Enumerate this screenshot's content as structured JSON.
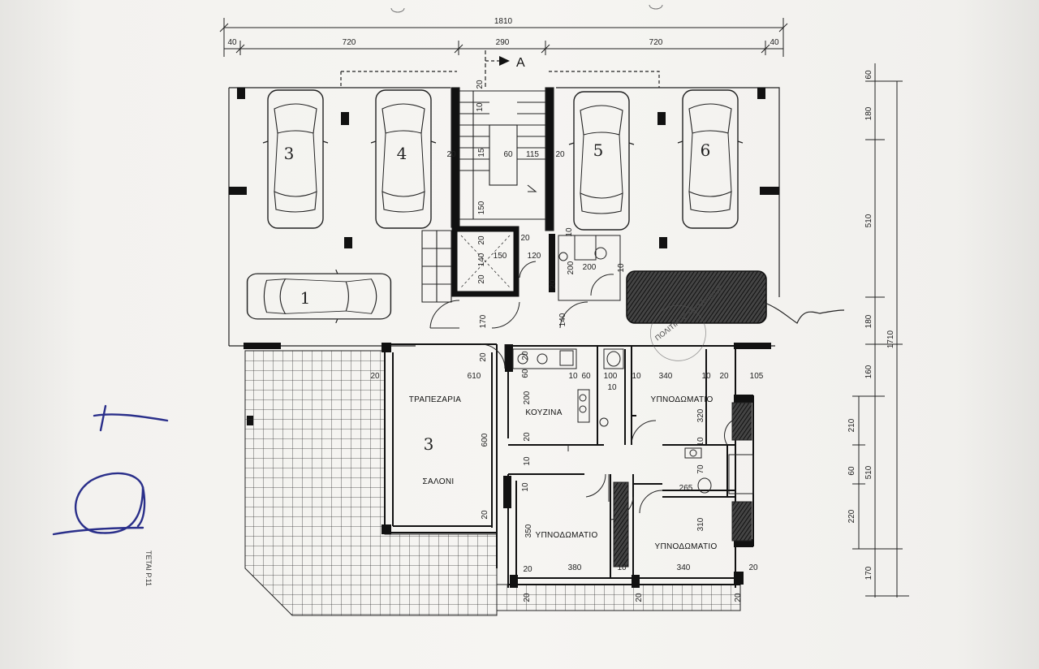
{
  "dimensions": {
    "total_width": "1810",
    "top": [
      "40",
      "720",
      "290",
      "720",
      "40"
    ],
    "total_height": "1710",
    "right_outer": [
      "60",
      "180",
      "510",
      "180",
      "160",
      "510",
      "170"
    ],
    "right_inner": [
      "210",
      "60",
      "220"
    ],
    "interior": {
      "stair_20a": "20",
      "stair_10a": "10",
      "stair_20b": "20",
      "stair_15": "15",
      "stair_60": "60",
      "stair_115": "115",
      "stair_20c": "20",
      "stair_150": "150",
      "lift_20a": "20",
      "lift_20b": "20",
      "lift_140": "140",
      "lift_150": "150",
      "lift_20c": "20",
      "lift_120": "120",
      "lift_20d": "20",
      "wc_10": "10",
      "wc_200v": "200",
      "wc_200h": "200",
      "wc_10b": "10",
      "hall_170": "170",
      "hall_20": "20",
      "hall_140": "140",
      "dining_20": "20",
      "dining_610": "610",
      "dining_600": "600",
      "dining_20b": "20",
      "kit_20": "20",
      "kit_60": "60",
      "kit_200": "200",
      "kit_10a": "10",
      "kit_60b": "60",
      "kit_100": "100",
      "kit_10b": "10",
      "kit_10c": "10",
      "kit_20b": "20",
      "kit_10d": "10",
      "bed1_340": "340",
      "bed1_10": "10",
      "bed1_20": "20",
      "bed1_105": "105",
      "bed1_320": "320",
      "bath_70": "70",
      "bath_265": "265",
      "bath_10": "10",
      "bed2_10": "10",
      "bed2_350": "350",
      "bed2_380": "380",
      "bed2_20": "20",
      "bed2_10b": "10",
      "bed3_310": "310",
      "bed3_340": "340",
      "bed3_20": "20",
      "bottom_20a": "20",
      "bottom_20b": "20",
      "bottom_20c": "20"
    }
  },
  "section_marker": "A",
  "rooms": {
    "dining": "ΤΡΑΠΕΖΑΡΙΑ",
    "living": "ΣΑΛΟΝΙ",
    "kitchen": "ΚΟΥΖΙΝΑ",
    "bedroom_1": "ΥΠΝΟΔΩΜΑΤΙΟ",
    "bedroom_2": "ΥΠΝΟΔΩΜΑΤΙΟ",
    "bedroom_3": "ΥΠΝΟΔΩΜΑΤΙΟ"
  },
  "parking_numbers": [
    "3",
    "4",
    "5",
    "6",
    "1"
  ],
  "apartment_number": "3",
  "side_note": "ΤΕΤΑΙ Ρ.11",
  "stamp_text": "ΠΟΛΙΤΙΚΟΣ ΜΗΧΑΝΙΚΟΣ",
  "handwritten_mark": "b1",
  "colors": {
    "ink": "#1a1a1a",
    "paper": "#f5f4f1",
    "handwriting": "#2a2f8a"
  }
}
